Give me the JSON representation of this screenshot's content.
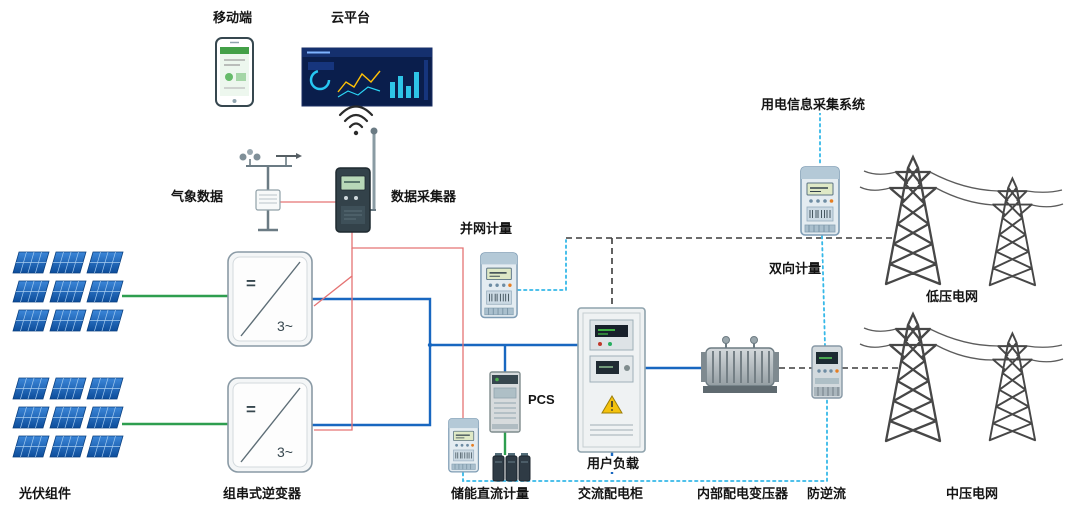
{
  "diagram": {
    "labels": {
      "mobile": "移动端",
      "cloud": "云平台",
      "weather": "气象数据",
      "collector": "数据采集器",
      "grid_meter": "并网计量",
      "info_system": "用电信息采集系统",
      "bidirectional": "双向计量",
      "lv_grid": "低压电网",
      "mv_grid": "中压电网",
      "pv": "光伏组件",
      "inverter": "组串式逆变器",
      "storage_meter": "储能直流计量",
      "pcs": "PCS",
      "ac_cabinet": "交流配电柜",
      "user_load": "用户负载",
      "transformer": "内部配电变压器",
      "anti_backflow": "防逆流"
    },
    "symbols": {
      "dc": "=",
      "ac": "3~"
    },
    "colors": {
      "pv_dc_line": "#2e9e4f",
      "ac_line": "#1867c0",
      "comm_dotted": "#35b8e8",
      "signal_line": "#e57373",
      "grid_dashed": "#3c3c3c",
      "panel_blue": "#1b62b5",
      "tower_gray": "#474747"
    }
  }
}
